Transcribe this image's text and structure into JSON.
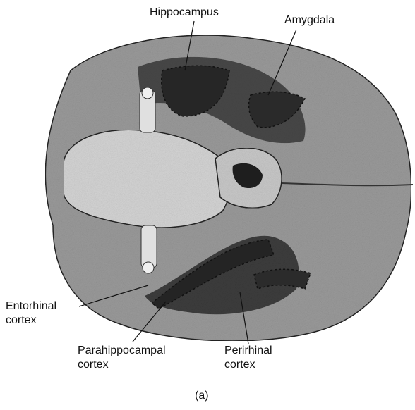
{
  "figure": {
    "panel_label": "(a)",
    "labels": {
      "hippocampus": "Hippocampus",
      "amygdala": "Amygdala",
      "entorhinal_line1": "Entorhinal",
      "entorhinal_line2": "cortex",
      "parahippocampal_line1": "Parahippocampal",
      "parahippocampal_line2": "cortex",
      "perirhinal_line1": "Perirhinal",
      "perirhinal_line2": "cortex"
    },
    "colors": {
      "brain_gray": "#9a9a9a",
      "brain_dark": "#6e6e6e",
      "highlight_region": "#2c2c2c",
      "brainstem": "#d4d4d4",
      "outline": "#111111"
    }
  }
}
